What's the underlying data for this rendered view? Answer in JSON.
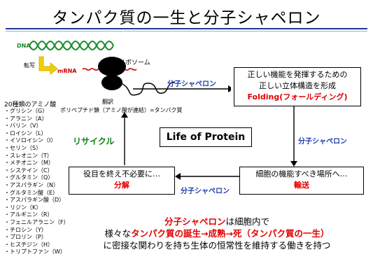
{
  "title": "タンパク質の一生と分子シャペロン",
  "process": {
    "dna": "DNA",
    "transcription": "転写",
    "mrna": "mRNA",
    "ribosome": "リボソーム",
    "translation": "翻訳",
    "polypeptide": "ポリペプチド鎖（アミノ酸が連結）=タンパク質"
  },
  "amino_acids": {
    "heading": "20種類のアミノ酸",
    "items": [
      "・グリシン（G）",
      "・アラニン（A）",
      "・バリン（V）",
      "・ロイシン（L）",
      "・イソロイシン（I）",
      "・セリン（S）",
      "・スレオニン（T）",
      "・メチオニン（M）",
      "・システイン（C）",
      "・グルタミン（Q）",
      "・アスパラギン（N）",
      "・グルタミン酸（E）",
      "・アスパラギン酸（D）",
      "・リジン（K）",
      "・アルギニン（R）",
      "・フェニルアラニン（F）",
      "・チロシン（Y）",
      "・プロリン（P）",
      "・ヒスチジン（H）",
      "・トリプトファン（W）"
    ]
  },
  "boxes": {
    "folding": {
      "line1": "正しい機能を発揮するための",
      "line2": "正しい立体構造を形成",
      "line3": "Folding(フォールディング)"
    },
    "transport": {
      "line1": "細胞の機能すべき場所へ…",
      "line2": "輸送"
    },
    "degradation": {
      "line1": "役目を終え不必要に…",
      "line2": "分解"
    },
    "center": "Life of Protein"
  },
  "arrows": {
    "chaperone_top": "分子シャペロン",
    "chaperone_right": "分子シャペロン",
    "chaperone_bottom": "分子シャペロン",
    "recycle": "リサイクル"
  },
  "conclusion": {
    "l1_red": "分子シャペロン",
    "l1_rest": "は細胞内で",
    "l2_pre": "様々な",
    "l2_red": "タンパク質の誕生→成熟→死（タンパク質の一生）",
    "l3": "に密接な関わりを持ち生体の恒常性を維持する働きを持つ"
  },
  "colors": {
    "title_rule": "#1f3a8a",
    "dna": "#1a8a2a",
    "mrna": "#d00000",
    "chaperone": "#1f3fae",
    "recycle": "#108010",
    "emphasis": "#e00000",
    "transcription_arrow": "#e8c000"
  }
}
